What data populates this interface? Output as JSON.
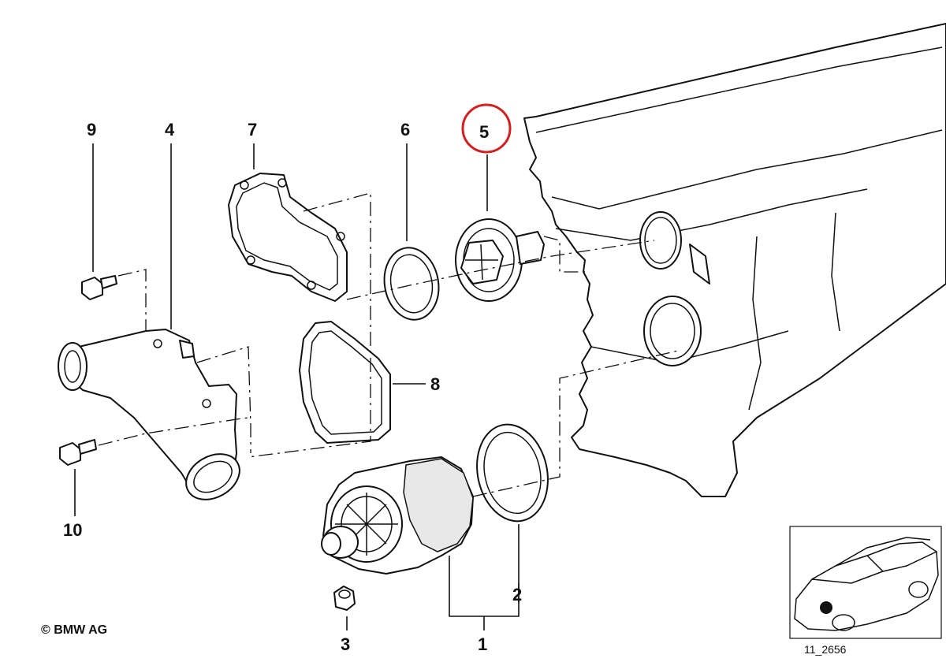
{
  "labels": {
    "p1": "1",
    "p2": "2",
    "p3": "3",
    "p4": "4",
    "p5": "5",
    "p6": "6",
    "p7": "7",
    "p8": "8",
    "p9": "9",
    "p10": "10"
  },
  "highlight": {
    "part": "5",
    "color": "#d21f1f"
  },
  "copyright": "© BMW AG",
  "diagram_ref": "11_2656"
}
